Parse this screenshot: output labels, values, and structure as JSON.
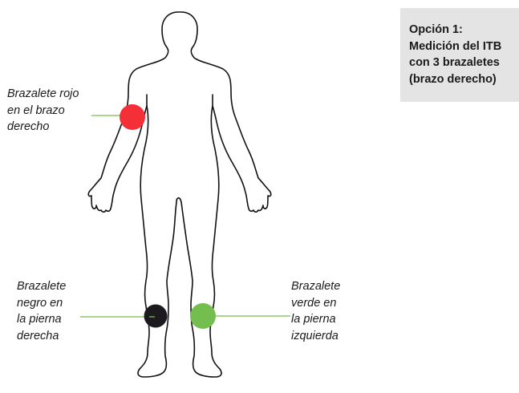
{
  "info_box": {
    "lines": [
      "Opción 1:",
      "Medición del ITB",
      "con 3 brazaletes",
      "(brazo derecho)"
    ]
  },
  "labels": {
    "red_cuff": [
      "Brazalete rojo",
      "en el brazo",
      "derecho"
    ],
    "black_cuff": [
      "Brazalete",
      "negro en",
      "la pierna",
      "derecha"
    ],
    "green_cuff": [
      "Brazalete",
      "verde en",
      "la pierna",
      "izquierda"
    ]
  },
  "colors": {
    "red_cuff": "#f52f38",
    "black_cuff": "#1c1a1f",
    "green_cuff": "#74bd4f",
    "leader_line": "#74bd4f",
    "info_box_bg": "#e4e4e5"
  }
}
